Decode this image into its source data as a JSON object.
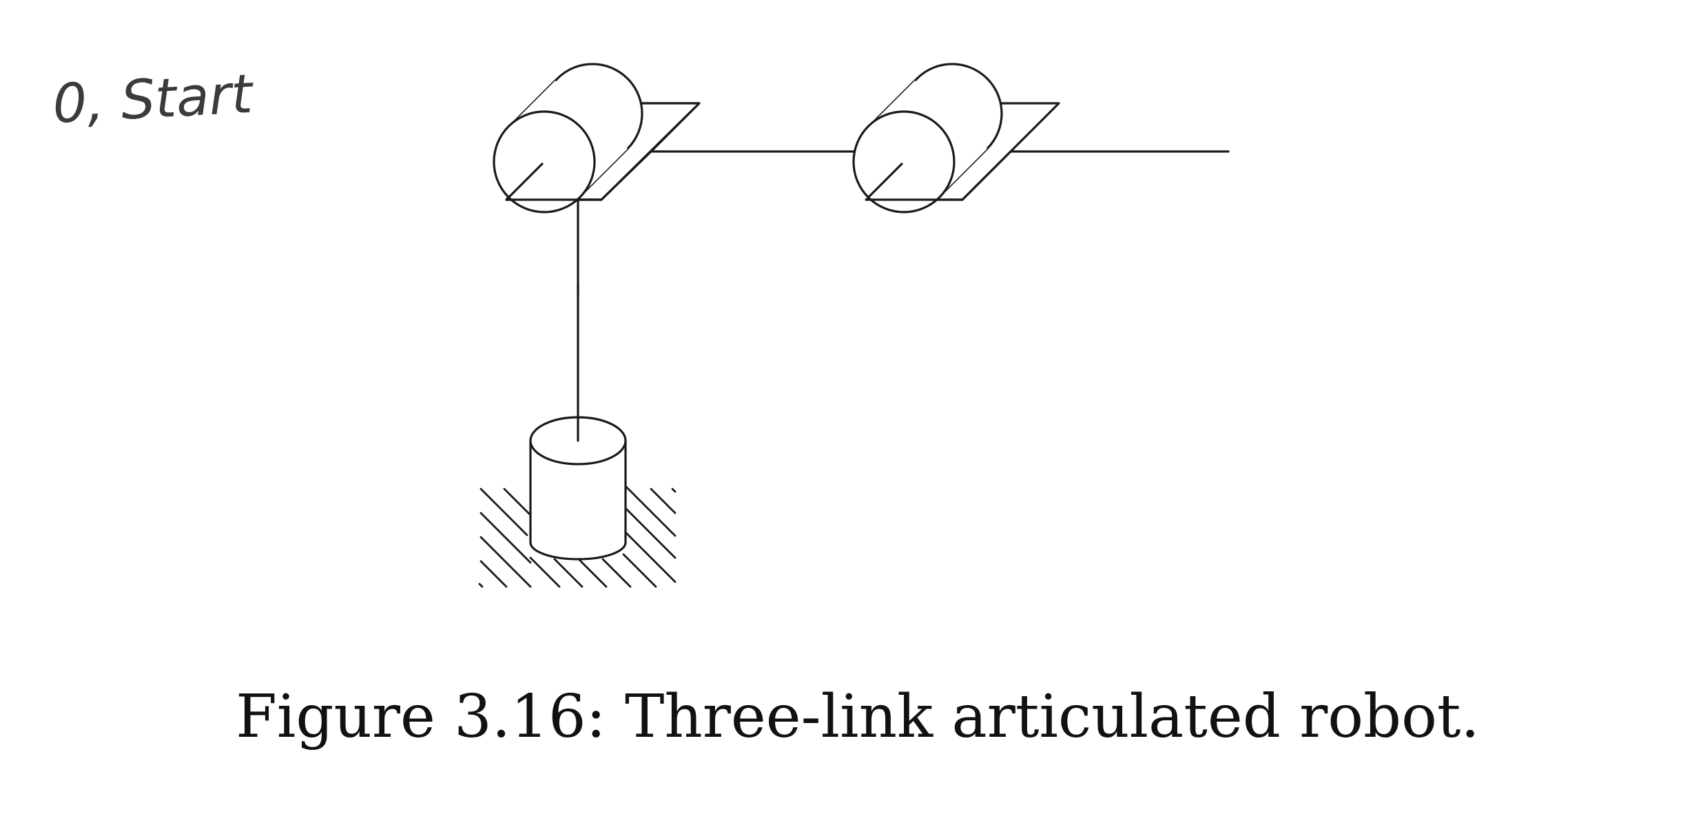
{
  "note": {
    "text": "0, Start"
  },
  "caption": {
    "text": "Figure 3.16: Three-link articulated robot."
  },
  "diagram": {
    "joints": [
      "base-joint",
      "shoulder-joint",
      "elbow-joint"
    ],
    "links": [
      "link-1",
      "link-2",
      "link-3"
    ]
  }
}
